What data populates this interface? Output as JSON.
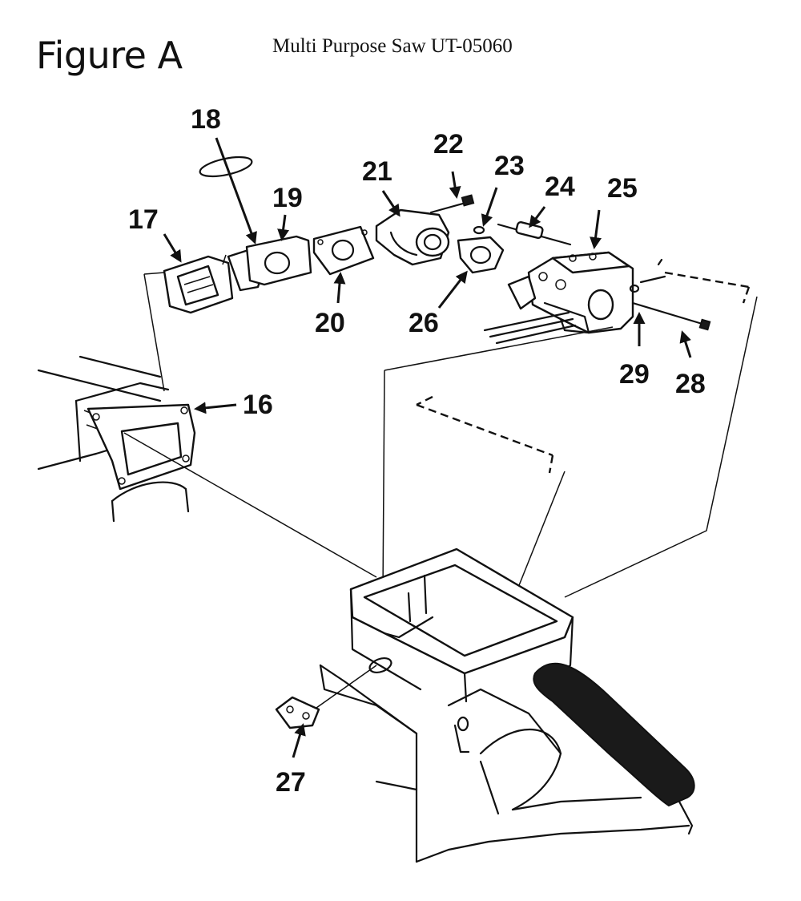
{
  "figure_label": "Figure A",
  "title": "Multi Purpose Saw UT-05060",
  "callouts": [
    {
      "id": "c16",
      "label": "16"
    },
    {
      "id": "c17",
      "label": "17"
    },
    {
      "id": "c18",
      "label": "18"
    },
    {
      "id": "c19",
      "label": "19"
    },
    {
      "id": "c20",
      "label": "20"
    },
    {
      "id": "c21",
      "label": "21"
    },
    {
      "id": "c22",
      "label": "22"
    },
    {
      "id": "c23",
      "label": "23"
    },
    {
      "id": "c24",
      "label": "24"
    },
    {
      "id": "c25",
      "label": "25"
    },
    {
      "id": "c26",
      "label": "26"
    },
    {
      "id": "c27",
      "label": "27"
    },
    {
      "id": "c28",
      "label": "28"
    },
    {
      "id": "c29",
      "label": "29"
    }
  ]
}
